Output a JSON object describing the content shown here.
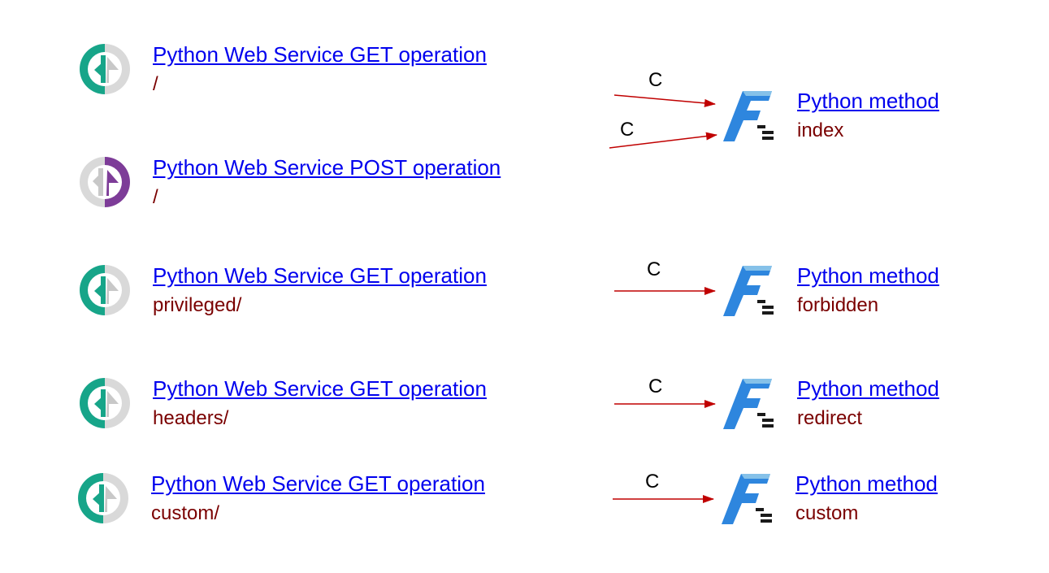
{
  "operations": [
    {
      "kind": "GET",
      "title": "Python Web Service GET operation",
      "path": "/",
      "color": "#17a589"
    },
    {
      "kind": "POST",
      "title": "Python Web Service POST operation",
      "path": "/",
      "color": "#7d3c98"
    },
    {
      "kind": "GET",
      "title": "Python Web Service GET operation",
      "path": "privileged/",
      "color": "#17a589"
    },
    {
      "kind": "GET",
      "title": "Python Web Service GET operation",
      "path": "headers/",
      "color": "#17a589"
    },
    {
      "kind": "GET",
      "title": "Python Web Service GET operation",
      "path": "custom/",
      "color": "#17a589"
    }
  ],
  "methods": [
    {
      "title": "Python method",
      "name": "index"
    },
    {
      "title": "Python method",
      "name": "forbidden"
    },
    {
      "title": "Python method",
      "name": "redirect"
    },
    {
      "title": "Python method",
      "name": "custom"
    }
  ],
  "edges": [
    {
      "from": 0,
      "to": 0,
      "label": "C"
    },
    {
      "from": 1,
      "to": 0,
      "label": "C"
    },
    {
      "from": 2,
      "to": 1,
      "label": "C"
    },
    {
      "from": 3,
      "to": 2,
      "label": "C"
    },
    {
      "from": 4,
      "to": 3,
      "label": "C"
    }
  ],
  "colors": {
    "link": "#0000ee",
    "subtext": "#7a0000",
    "edge": "#c00000",
    "method_icon": "#2e86de"
  },
  "icons": {
    "operation": "web-service-operation-icon",
    "method": "python-method-icon"
  }
}
